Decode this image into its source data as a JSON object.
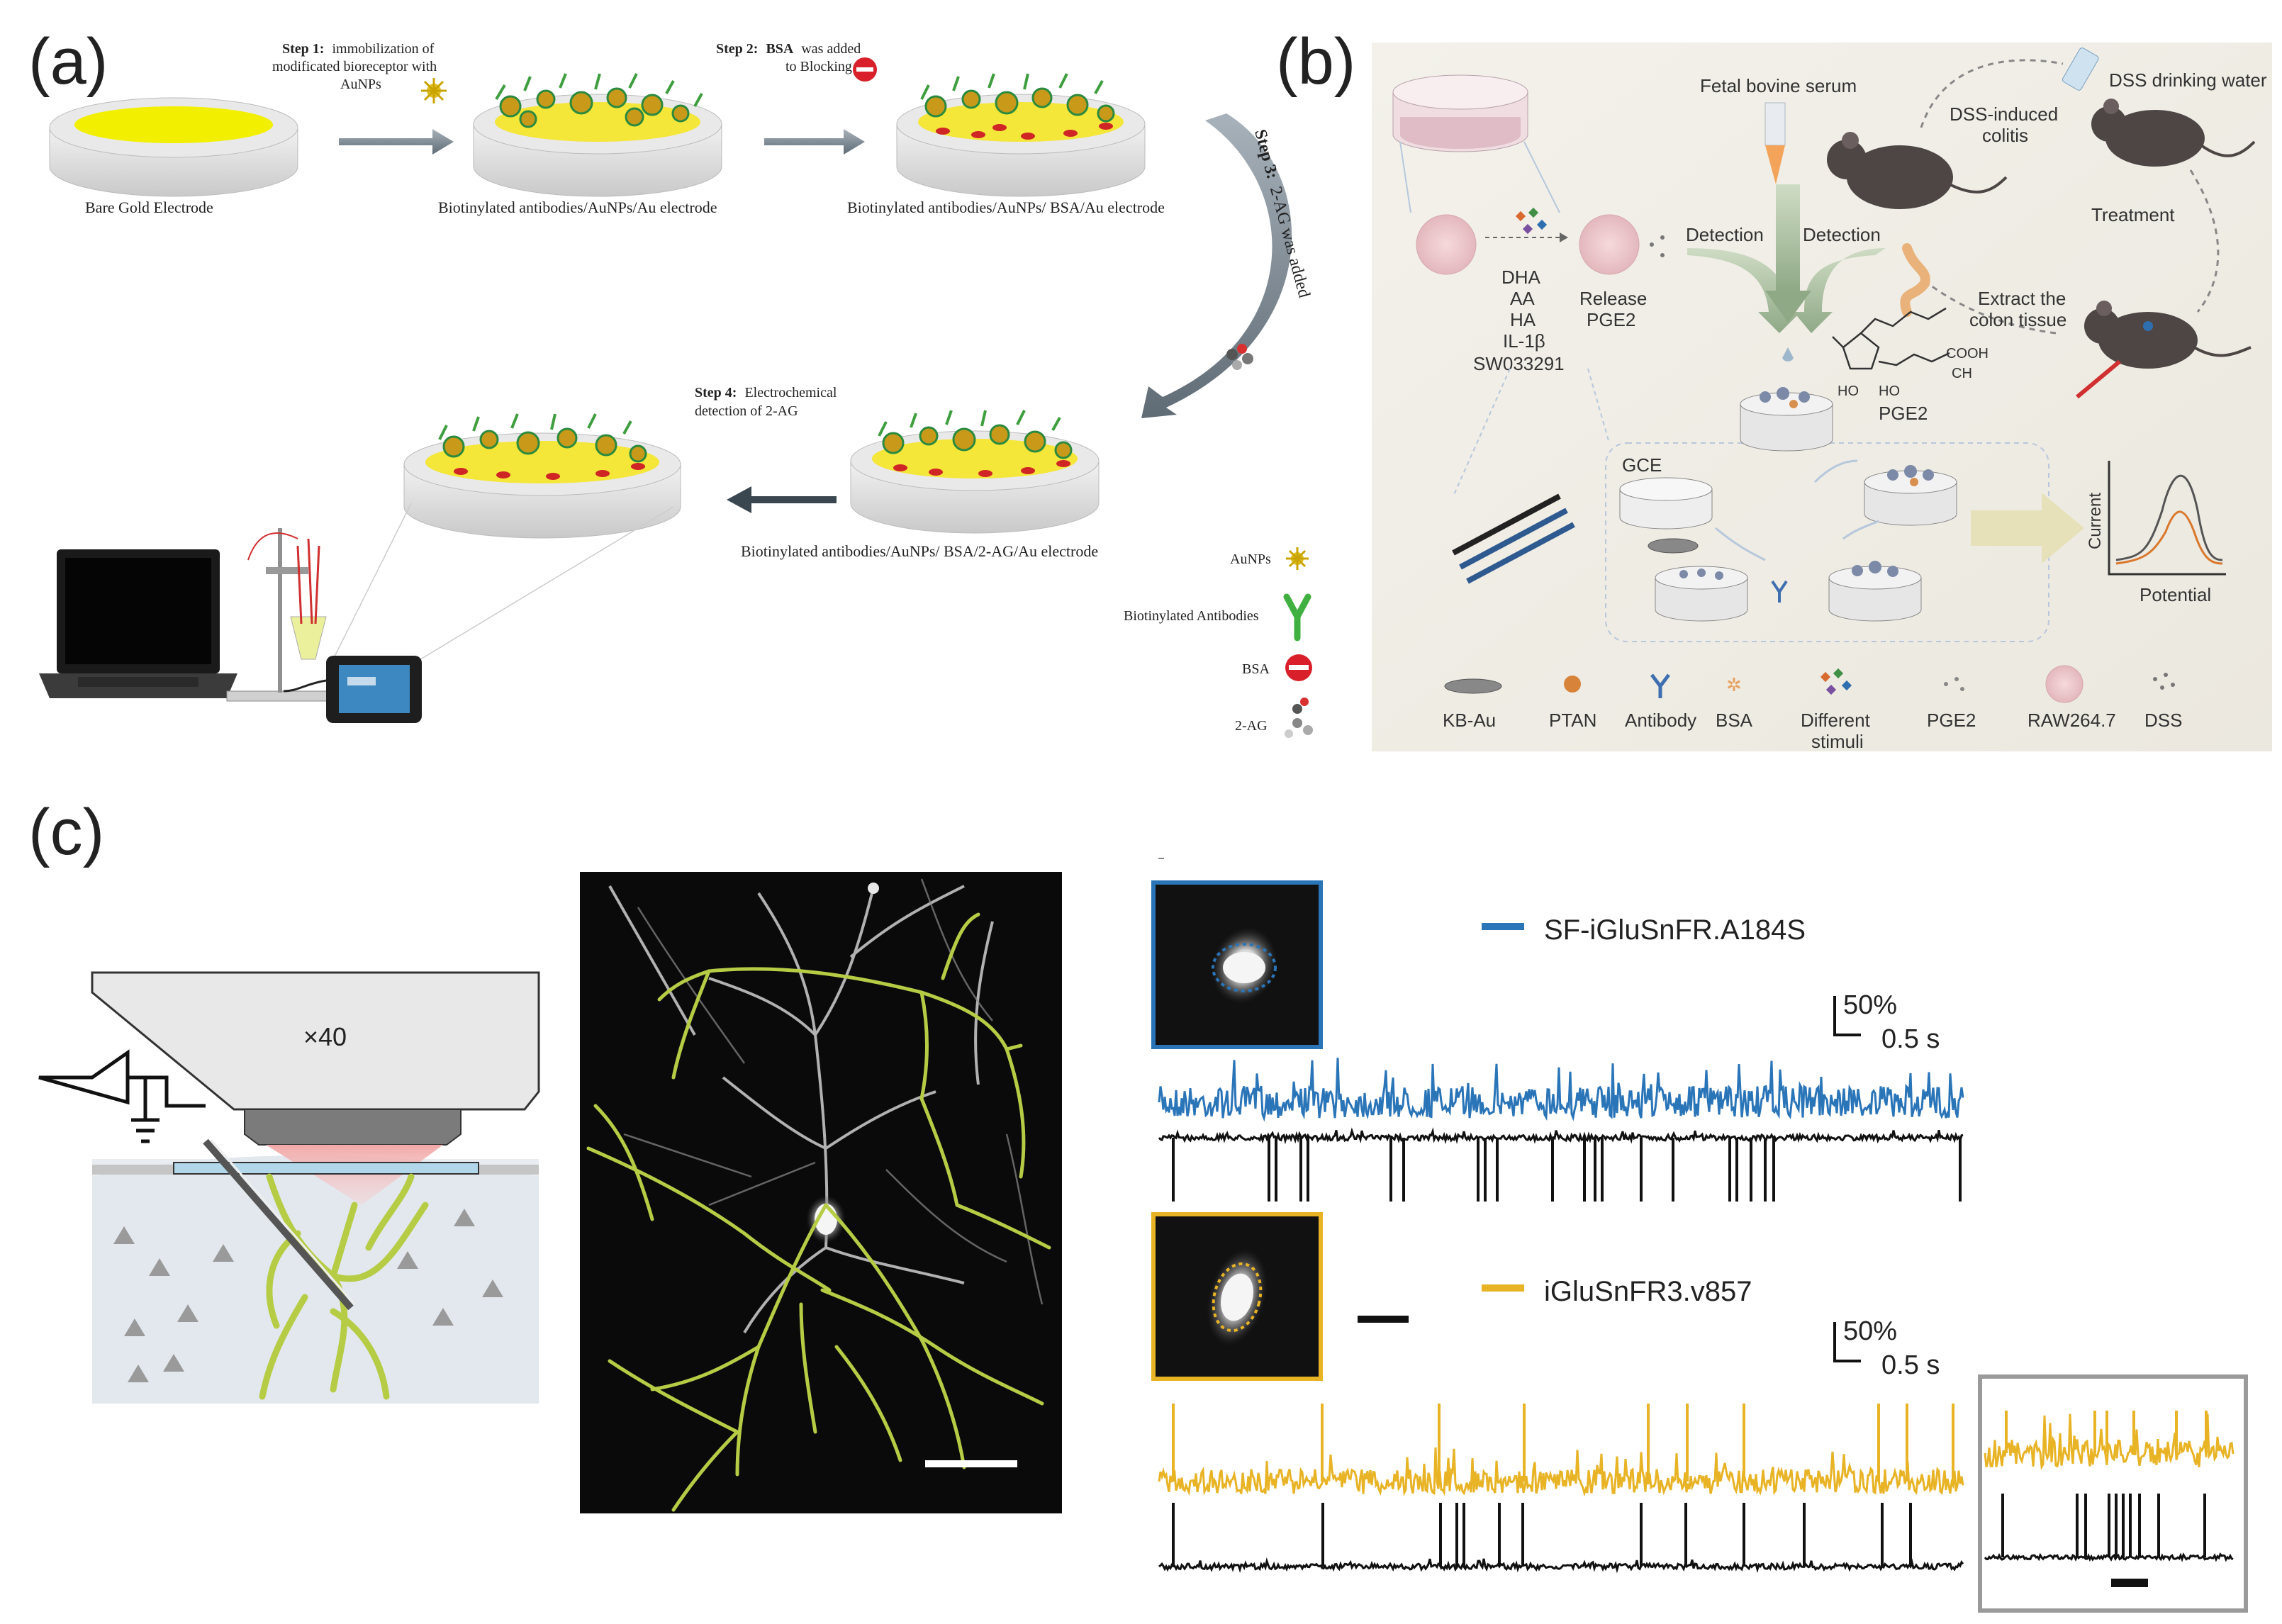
{
  "panel_a": {
    "label": "(a)",
    "step1": "Step 1:",
    "step1_text_1": "immobilization of",
    "step1_text_2": "modificated bioreceptor with",
    "step1_text_3": "AuNPs",
    "step2": "Step 2:",
    "step2_bsa": "BSA",
    "step2_text_1": "was added",
    "step2_text_2": "to Blocking",
    "step3": "Step 3:",
    "step3_text": "2-AG was added",
    "step4": "Step 4:",
    "step4_text_1": "Electrochemical",
    "step4_text_2": "detection of 2-AG",
    "bare_electrode": "Bare Gold Electrode",
    "electrode_1": "Biotinylated antibodies/AuNPs/Au electrode",
    "electrode_2": "Biotinylated antibodies/AuNPs/ BSA/Au electrode",
    "electrode_3": "Biotinylated antibodies/AuNPs/ BSA/2-AG/Au electrode",
    "legend": [
      "AuNPs",
      "Biotinylated Antibodies",
      "BSA",
      "2-AG"
    ]
  },
  "panel_b": {
    "label": "(b)",
    "fetal_serum": "Fetal bovine serum",
    "dss_water": "DSS drinking water",
    "dss_colitis_1": "DSS-induced",
    "dss_colitis_2": "colitis",
    "treatment": "Treatment",
    "extract_1": "Extract the",
    "extract_2": "colon tissue",
    "detection_left": "Detection",
    "detection_right": "Detection",
    "stimuli": [
      "DHA",
      "AA",
      "HA",
      "IL-1β",
      "SW033291"
    ],
    "release_1": "Release",
    "release_2": "PGE2",
    "cooh": "COOH",
    "ch3": "CH",
    "ho1": "HO",
    "ho2": "HO",
    "pge2": "PGE2",
    "gce": "GCE",
    "current": "Current",
    "potential": "Potential",
    "legend": [
      "KB-Au",
      "PTAN",
      "Antibody",
      "BSA",
      "Different",
      "stimuli",
      "PGE2",
      "RAW264.7",
      "DSS"
    ]
  },
  "panel_c": {
    "label": "(c)",
    "objective": "×40",
    "sensor_1": "SF-iGluSnFR.A184S",
    "sensor_2": "iGluSnFR3.v857",
    "scale_pct": "50%",
    "scale_time": "0.5 s",
    "colors": {
      "blue": "#2a74b8",
      "yellow": "#e8b325",
      "green": "#b6cc45"
    }
  }
}
